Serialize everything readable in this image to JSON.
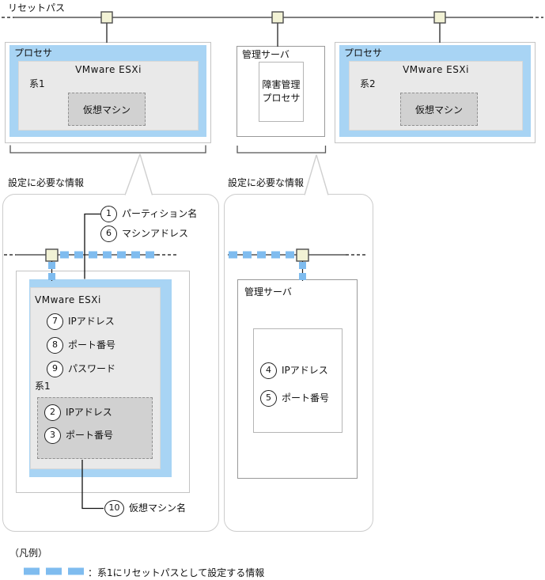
{
  "diagram": {
    "reset_path_label": "リセットパス",
    "processor_left": {
      "title": "プロセサ",
      "esxi": "VMware ESXi",
      "system": "系1",
      "vm": "仮想マシン"
    },
    "mgmt_server": {
      "title": "管理サーバ",
      "proc_line1": "障害管理",
      "proc_line2": "プロセサ"
    },
    "processor_right": {
      "title": "プロセサ",
      "esxi": "VMware ESXi",
      "system": "系2",
      "vm": "仮想マシン"
    },
    "section_left": {
      "heading": "設定に必要な情報",
      "esxi": "VMware ESXi",
      "system": "系1",
      "callouts": {
        "c1": {
          "num": "1",
          "label": "パーティション名"
        },
        "c6": {
          "num": "6",
          "label": "マシンアドレス"
        },
        "c7": {
          "num": "7",
          "label": "IPアドレス"
        },
        "c8": {
          "num": "8",
          "label": "ポート番号"
        },
        "c9": {
          "num": "9",
          "label": "パスワード"
        },
        "c2": {
          "num": "2",
          "label": "IPアドレス"
        },
        "c3": {
          "num": "3",
          "label": "ポート番号"
        },
        "c10": {
          "num": "10",
          "label": "仮想マシン名"
        }
      }
    },
    "section_right": {
      "heading": "設定に必要な情報",
      "mgmt": "管理サーバ",
      "callouts": {
        "c4": {
          "num": "4",
          "label": "IPアドレス"
        },
        "c5": {
          "num": "5",
          "label": "ポート番号"
        }
      }
    },
    "legend": {
      "title": "（凡例）",
      "separator": "：",
      "text": "系1にリセットパスとして設定する情報"
    },
    "colors": {
      "highlight_blue": "#7FBCEF",
      "panel_blue": "#A8D4F4",
      "box_gray": "#E9E9E9",
      "vm_gray": "#D1D1D1",
      "connector_fill": "#F2F2D5"
    }
  }
}
